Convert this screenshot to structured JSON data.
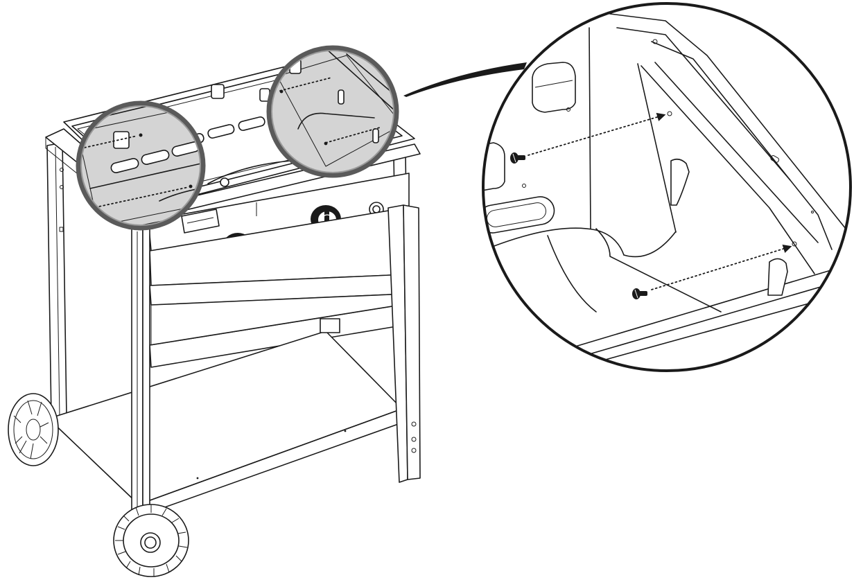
{
  "figure": {
    "parts": [
      "grill-cart",
      "cooktop-basin",
      "control-knob-left",
      "control-knob-right",
      "igniter-button",
      "front-wheel",
      "rear-wheel",
      "bottom-shelf",
      "detail-circle-left",
      "detail-circle-right",
      "zoom-detail-circle",
      "screw-upper",
      "screw-lower"
    ],
    "colors": {
      "line": "#1a1a1a",
      "background": "#ffffff",
      "magnifier_fill": "#d4d4d4",
      "magnifier_ring": "#5a5a5a"
    }
  }
}
